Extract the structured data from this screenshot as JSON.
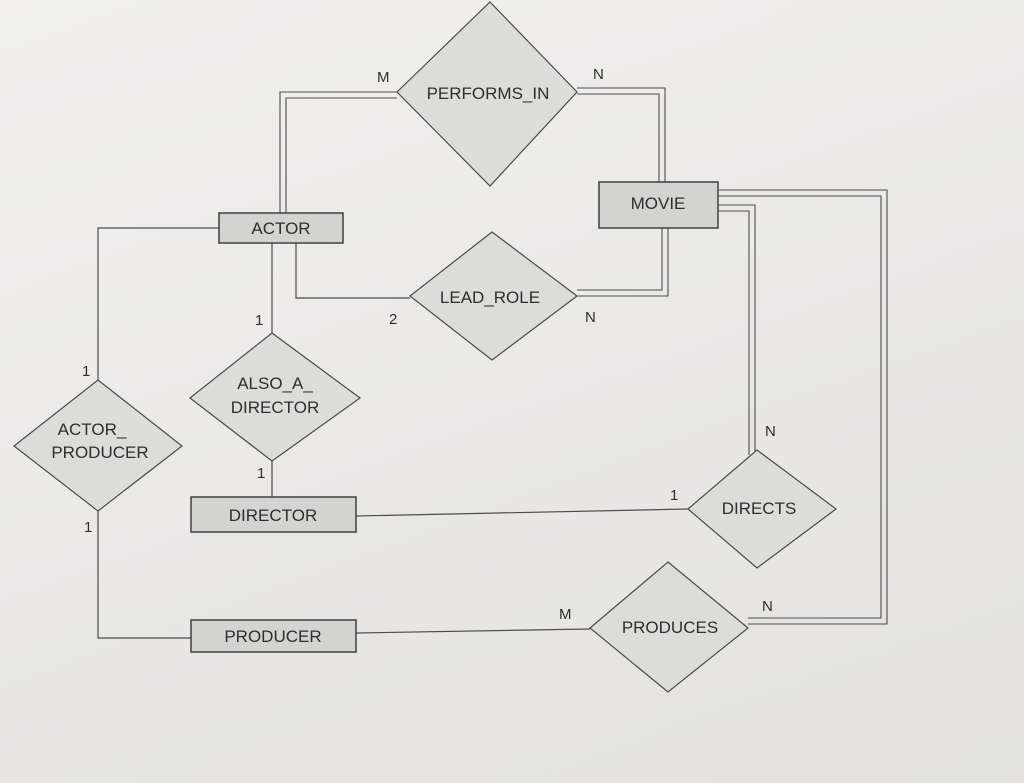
{
  "entities": {
    "actor": "ACTOR",
    "movie": "MOVIE",
    "director": "DIRECTOR",
    "producer": "PRODUCER"
  },
  "relationships": {
    "performs_in": "PERFORMS_IN",
    "lead_role": "LEAD_ROLE",
    "also_a_director": [
      "ALSO_A_",
      "DIRECTOR"
    ],
    "actor_producer": [
      "ACTOR_",
      "PRODUCER"
    ],
    "directs": "DIRECTS",
    "produces": "PRODUCES"
  },
  "cardinalities": {
    "performs_in_actor": "M",
    "performs_in_movie": "N",
    "lead_role_actor": "2",
    "lead_role_movie": "N",
    "also_a_director_actor": "1",
    "also_a_director_director": "1",
    "actor_producer_actor": "1",
    "actor_producer_producer": "1",
    "directs_director": "1",
    "directs_movie": "N",
    "produces_producer": "M",
    "produces_movie": "N"
  }
}
